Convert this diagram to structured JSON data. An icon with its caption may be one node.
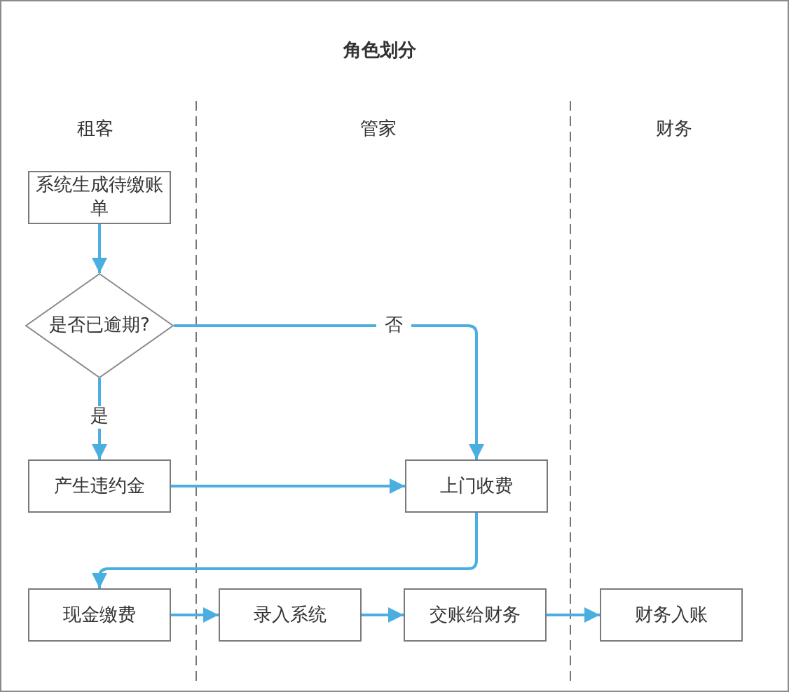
{
  "diagram": {
    "title": "角色划分",
    "nodes": [
      {
        "text": [
          "系统生成待缴账单"
        ]
      },
      {
        "text": [
          "是否已逾期?"
        ]
      },
      {
        "text": [
          "产生违约金"
        ]
      },
      {
        "text": [
          "上门收费"
        ]
      },
      {
        "text": [
          "现金缴费"
        ]
      },
      {
        "text": [
          "录入系统"
        ]
      },
      {
        "text": [
          "交账给财务"
        ]
      },
      {
        "text": [
          "财务入账"
        ]
      }
    ],
    "edges": [
      {
        "from": 0,
        "to": 1,
        "arrow": "to"
      },
      {
        "from": 1,
        "to": 2,
        "arrow": "to",
        "label": "是"
      },
      {
        "from": 1,
        "to": 3,
        "arrow": "to",
        "label": "否"
      },
      {
        "from": 2,
        "to": 3,
        "arrow": "to"
      },
      {
        "from": 3,
        "to": 4,
        "arrow": "to"
      },
      {
        "from": 4,
        "to": 5,
        "arrow": "to"
      },
      {
        "from": 5,
        "to": 6,
        "arrow": "to"
      },
      {
        "from": 6,
        "to": 7,
        "arrow": "to"
      }
    ],
    "labels": [
      "租客",
      "管家",
      "财务"
    ]
  }
}
